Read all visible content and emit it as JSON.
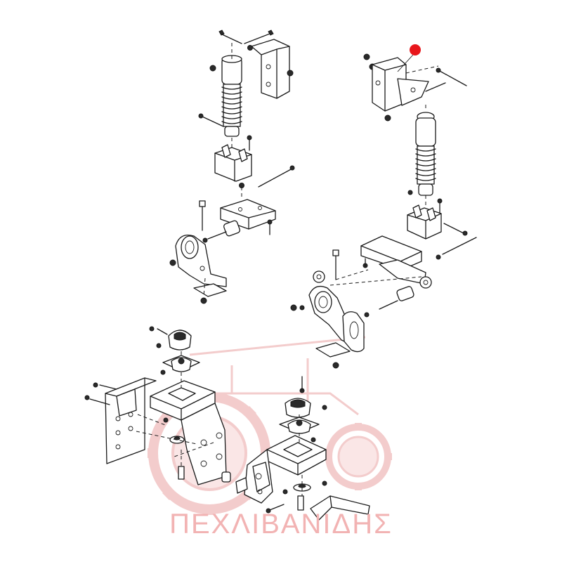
{
  "diagram": {
    "watermark": {
      "text": "ΠΕΧΛΙΒΑΝΙΔΗΣ",
      "color": "#f2b3b3",
      "logo": "tractor-logo"
    },
    "marker": {
      "color": "#e8161b",
      "icon": "red-dot-marker"
    }
  }
}
